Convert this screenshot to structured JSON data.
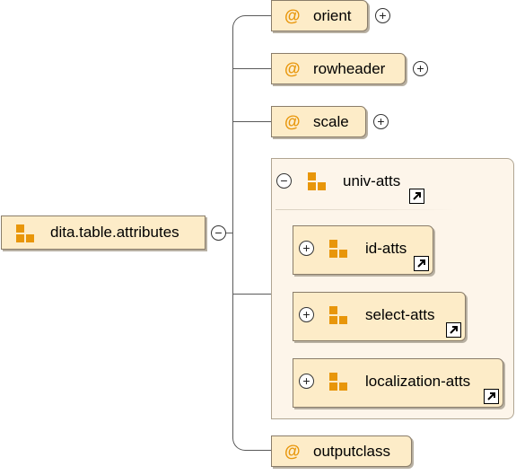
{
  "root": {
    "label": "dita.table.attributes",
    "toggle": "−",
    "icon": "group-icon"
  },
  "attributes": [
    {
      "label": "orient",
      "prefix": "@",
      "toggle": "+"
    },
    {
      "label": "rowheader",
      "prefix": "@",
      "toggle": "+"
    },
    {
      "label": "scale",
      "prefix": "@",
      "toggle": "+"
    },
    {
      "label": "outputclass",
      "prefix": "@"
    }
  ],
  "group": {
    "label": "univ-atts",
    "toggle": "−",
    "children": [
      {
        "label": "id-atts",
        "toggle": "+"
      },
      {
        "label": "select-atts",
        "toggle": "+"
      },
      {
        "label": "localization-atts",
        "toggle": "+"
      }
    ]
  }
}
